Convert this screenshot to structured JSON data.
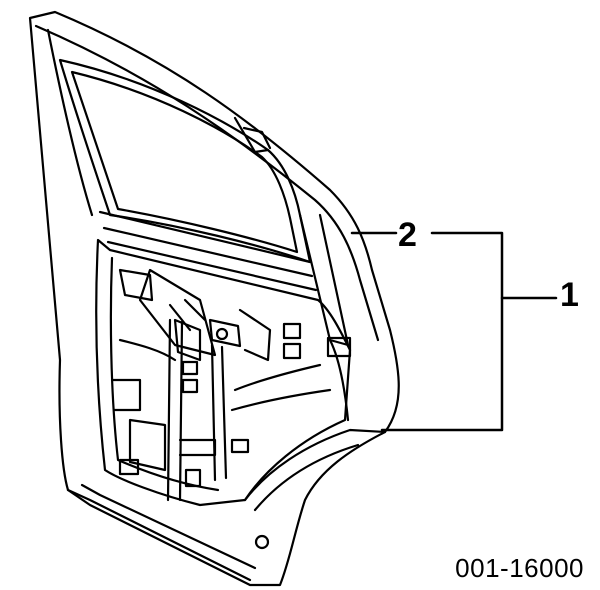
{
  "diagram": {
    "callouts": {
      "one": "1",
      "two": "2"
    },
    "figure_code": "001-16000",
    "colors": {
      "ink": "#000000",
      "paper": "#ffffff"
    }
  }
}
